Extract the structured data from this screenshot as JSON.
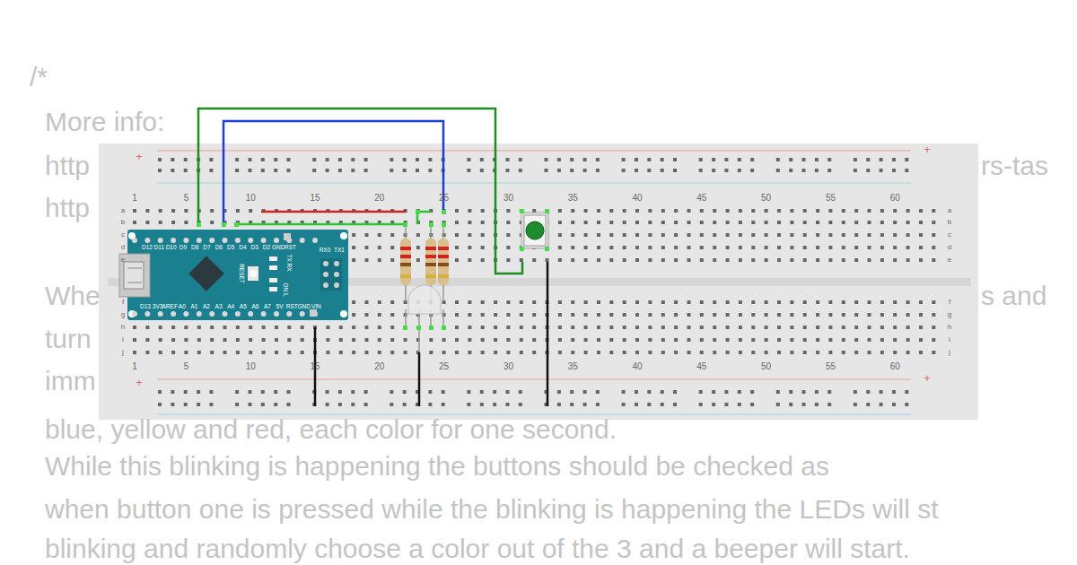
{
  "diagram": {
    "labels": [
      "/*",
      "More info:",
      "http",
      "http",
      "rs-tas",
      "Whe",
      "s and",
      "turn",
      "imm",
      "blue, yellow and red, each color for one second.",
      "While this blinking is happening the buttons should be checked as",
      "when button one is pressed while the blinking is happening the LEDs will st",
      "blinking and randomly choose a color out of the 3 and a beeper will start.",
      "1",
      "5",
      "10",
      "15",
      "20",
      "25",
      "30",
      "35",
      "40",
      "45",
      "50",
      "55",
      "60",
      "1",
      "5",
      "10",
      "15",
      "20",
      "25",
      "30",
      "35",
      "40",
      "45",
      "50",
      "55",
      "60",
      "a",
      "b",
      "c",
      "d",
      "e",
      "f",
      "g",
      "h",
      "i",
      "j",
      "a",
      "b",
      "c",
      "d",
      "e",
      "f",
      "g",
      "h",
      "i",
      "j",
      "+",
      "+",
      "+",
      "+",
      "D12",
      "D11",
      "D10",
      "D9",
      "D8",
      "D7",
      "D6",
      "D5",
      "D4",
      "D3",
      "D2",
      "GND",
      "RST",
      "RX0",
      "TX1",
      "D13",
      "3V3",
      "AREF",
      "A0",
      "A1",
      "A2",
      "A3",
      "A4",
      "A5",
      "A6",
      "A7",
      "5V",
      "RST",
      "GND",
      "VIN",
      "RESET",
      "TX RX",
      "ON L"
    ]
  }
}
